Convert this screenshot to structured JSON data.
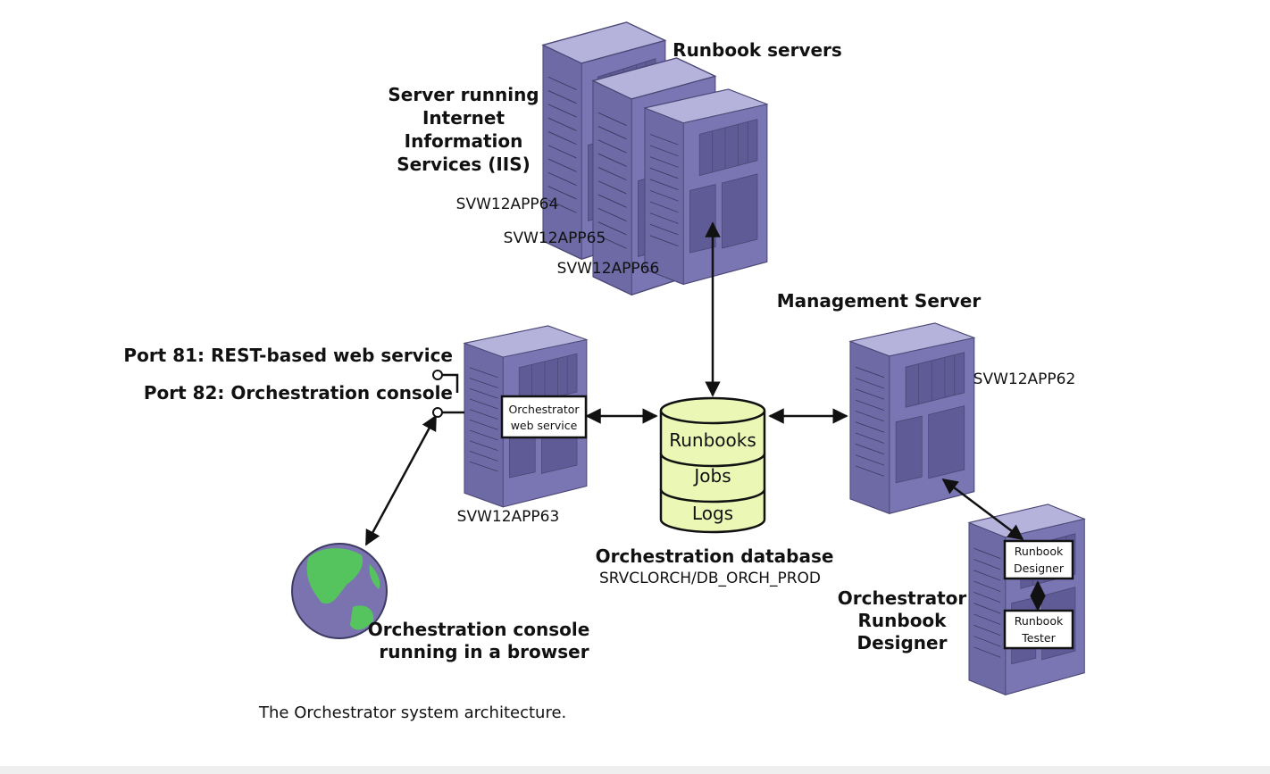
{
  "labels": {
    "runbook_servers": "Runbook servers",
    "iis_server": [
      "Server running",
      "Internet",
      "Information",
      "Services (IIS)"
    ],
    "server_64": "SVW12APP64",
    "server_65": "SVW12APP65",
    "server_66": "SVW12APP66",
    "management_server": "Management Server",
    "server_62": "SVW12APP62",
    "port_81": "Port 81: REST-based web service",
    "port_82": "Port 82: Orchestration console",
    "web_service_box": [
      "Orchestrator",
      "web service"
    ],
    "server_63": "SVW12APP63",
    "db_sections": [
      "Runbooks",
      "Jobs",
      "Logs"
    ],
    "db_title": "Orchestration database",
    "db_name": "SRVCLORCH/DB_ORCH_PROD",
    "designer_box": [
      "Runbook",
      "Designer"
    ],
    "tester_box": [
      "Runbook",
      "Tester"
    ],
    "designer_title": [
      "Orchestrator",
      "Runbook",
      "Designer"
    ],
    "console_title": [
      "Orchestration console",
      "running in a browser"
    ],
    "caption": "The Orchestrator system architecture."
  },
  "colors": {
    "server_body": "#8f8cc0",
    "server_front": "#6e6aa6",
    "server_top": "#b5b2dc",
    "database": "#eaf7b5",
    "globe_ocean": "#7a73b0",
    "globe_land": "#55c45e"
  },
  "icons": [
    "server-icon",
    "database-icon",
    "globe-icon"
  ]
}
